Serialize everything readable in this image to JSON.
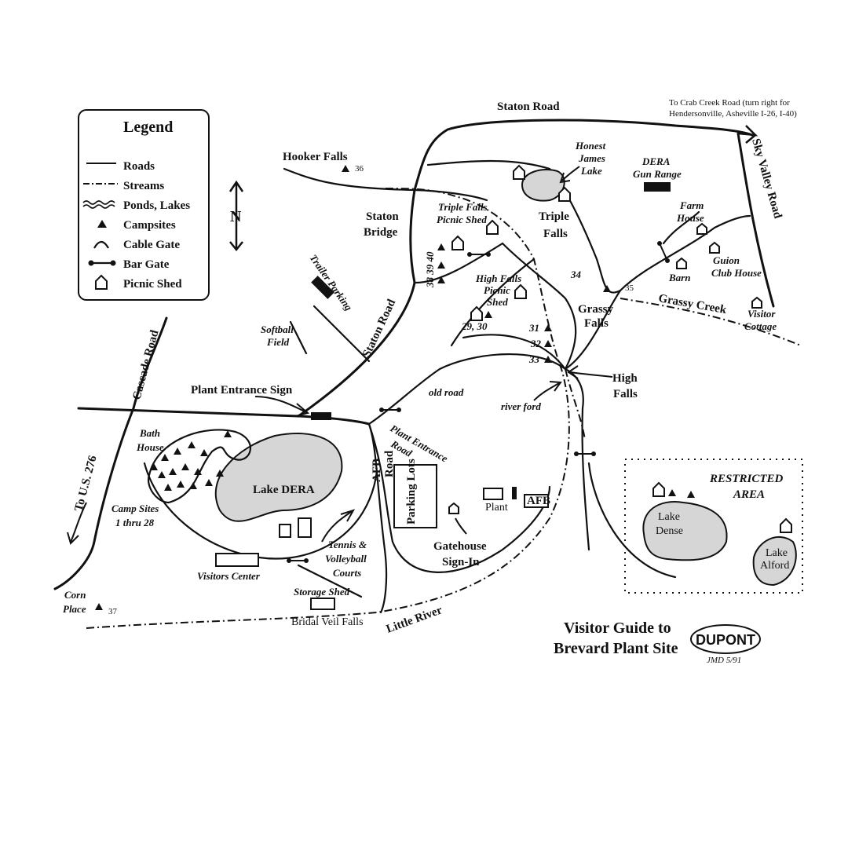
{
  "legend": {
    "title": "Legend",
    "items": [
      {
        "symbol": "road",
        "label": "Roads"
      },
      {
        "symbol": "stream",
        "label": "Streams"
      },
      {
        "symbol": "waves",
        "label": "Ponds, Lakes"
      },
      {
        "symbol": "triangle",
        "label": "Campsites"
      },
      {
        "symbol": "arc",
        "label": "Cable Gate"
      },
      {
        "symbol": "bar-gate",
        "label": "Bar Gate"
      },
      {
        "symbol": "house",
        "label": "Picnic Shed"
      }
    ]
  },
  "north_letter": "N",
  "labels": {
    "staton_road_top": "Staton Road",
    "crab_creek_1": "To Crab Creek Road (turn right for",
    "crab_creek_2": "Hendersonville, Asheville I-26, I-40)",
    "sky_valley_road": "Sky Valley Road",
    "hooker_falls": "Hooker Falls",
    "hooker_falls_site": "36",
    "staton_bridge_1": "Staton",
    "staton_bridge_2": "Bridge",
    "honest_james_1": "Honest",
    "honest_james_2": "James",
    "honest_james_3": "Lake",
    "dera_gun_1": "DERA",
    "dera_gun_2": "Gun Range",
    "farm_house_1": "Farm",
    "farm_house_2": "House",
    "triple_falls_shed_1": "Triple Falls",
    "triple_falls_shed_2": "Picnic Shed",
    "triple_falls_1": "Triple",
    "triple_falls_2": "Falls",
    "sites_38_40": "38 39 40",
    "trailer_parking": "Trailer Parking",
    "high_falls_shed_1": "High Falls",
    "high_falls_shed_2": "Picnic",
    "high_falls_shed_3": "Shed",
    "sites_29_30": "29, 30",
    "site_34": "34",
    "site_35": "35",
    "barn": "Barn",
    "guion_1": "Guion",
    "guion_2": "Club House",
    "grassy_creek": "Grassy Creek",
    "grassy_falls_1": "Grassy",
    "grassy_falls_2": "Falls",
    "visitor_cottage_1": "Visitor",
    "visitor_cottage_2": "Cottage",
    "softball_1": "Softball",
    "softball_2": "Field",
    "staton_road_mid": "Staton Road",
    "cascade_road": "Cascade Road",
    "site_31": "31",
    "site_32": "32",
    "site_33": "33",
    "high_falls_1": "High",
    "high_falls_2": "Falls",
    "plant_entrance_sign": "Plant Entrance Sign",
    "old_road": "old road",
    "river_ford": "river ford",
    "plant_entrance_road_1": "Plant Entrance",
    "plant_entrance_road_2": "Road",
    "bath_house_1": "Bath",
    "bath_house_2": "House",
    "afb_road_1": "AFB",
    "afb_road_2": "Road",
    "lake_dera": "Lake DERA",
    "parking_lots": "Parking Lots",
    "plant": "Plant",
    "afb": "AFB",
    "restricted_1": "RESTRICTED",
    "restricted_2": "AREA",
    "to_us_276": "To U.S. 276",
    "camp_sites_1": "Camp Sites",
    "camp_sites_2": "1 thru 28",
    "lake_dense_1": "Lake",
    "lake_dense_2": "Dense",
    "gatehouse_1": "Gatehouse",
    "gatehouse_2": "Sign-In",
    "tennis_1": "Tennis &",
    "tennis_2": "Volleyball",
    "tennis_3": "Courts",
    "lake_alford_1": "Lake",
    "lake_alford_2": "Alford",
    "visitors_center": "Visitors Center",
    "corn_place_1": "Corn",
    "corn_place_2": "Place",
    "corn_place_site": "37",
    "storage_shed": "Storage Shed",
    "bridal_veil": "Bridal Veil Falls",
    "little_river": "Little River"
  },
  "title": {
    "line1": "Visitor Guide to",
    "line2": "Brevard Plant Site",
    "logo": "DUPONT",
    "credit": "JMD 5/91"
  },
  "colors": {
    "ink": "#111111",
    "lake_fill": "#d6d6d6",
    "paper": "#ffffff"
  }
}
